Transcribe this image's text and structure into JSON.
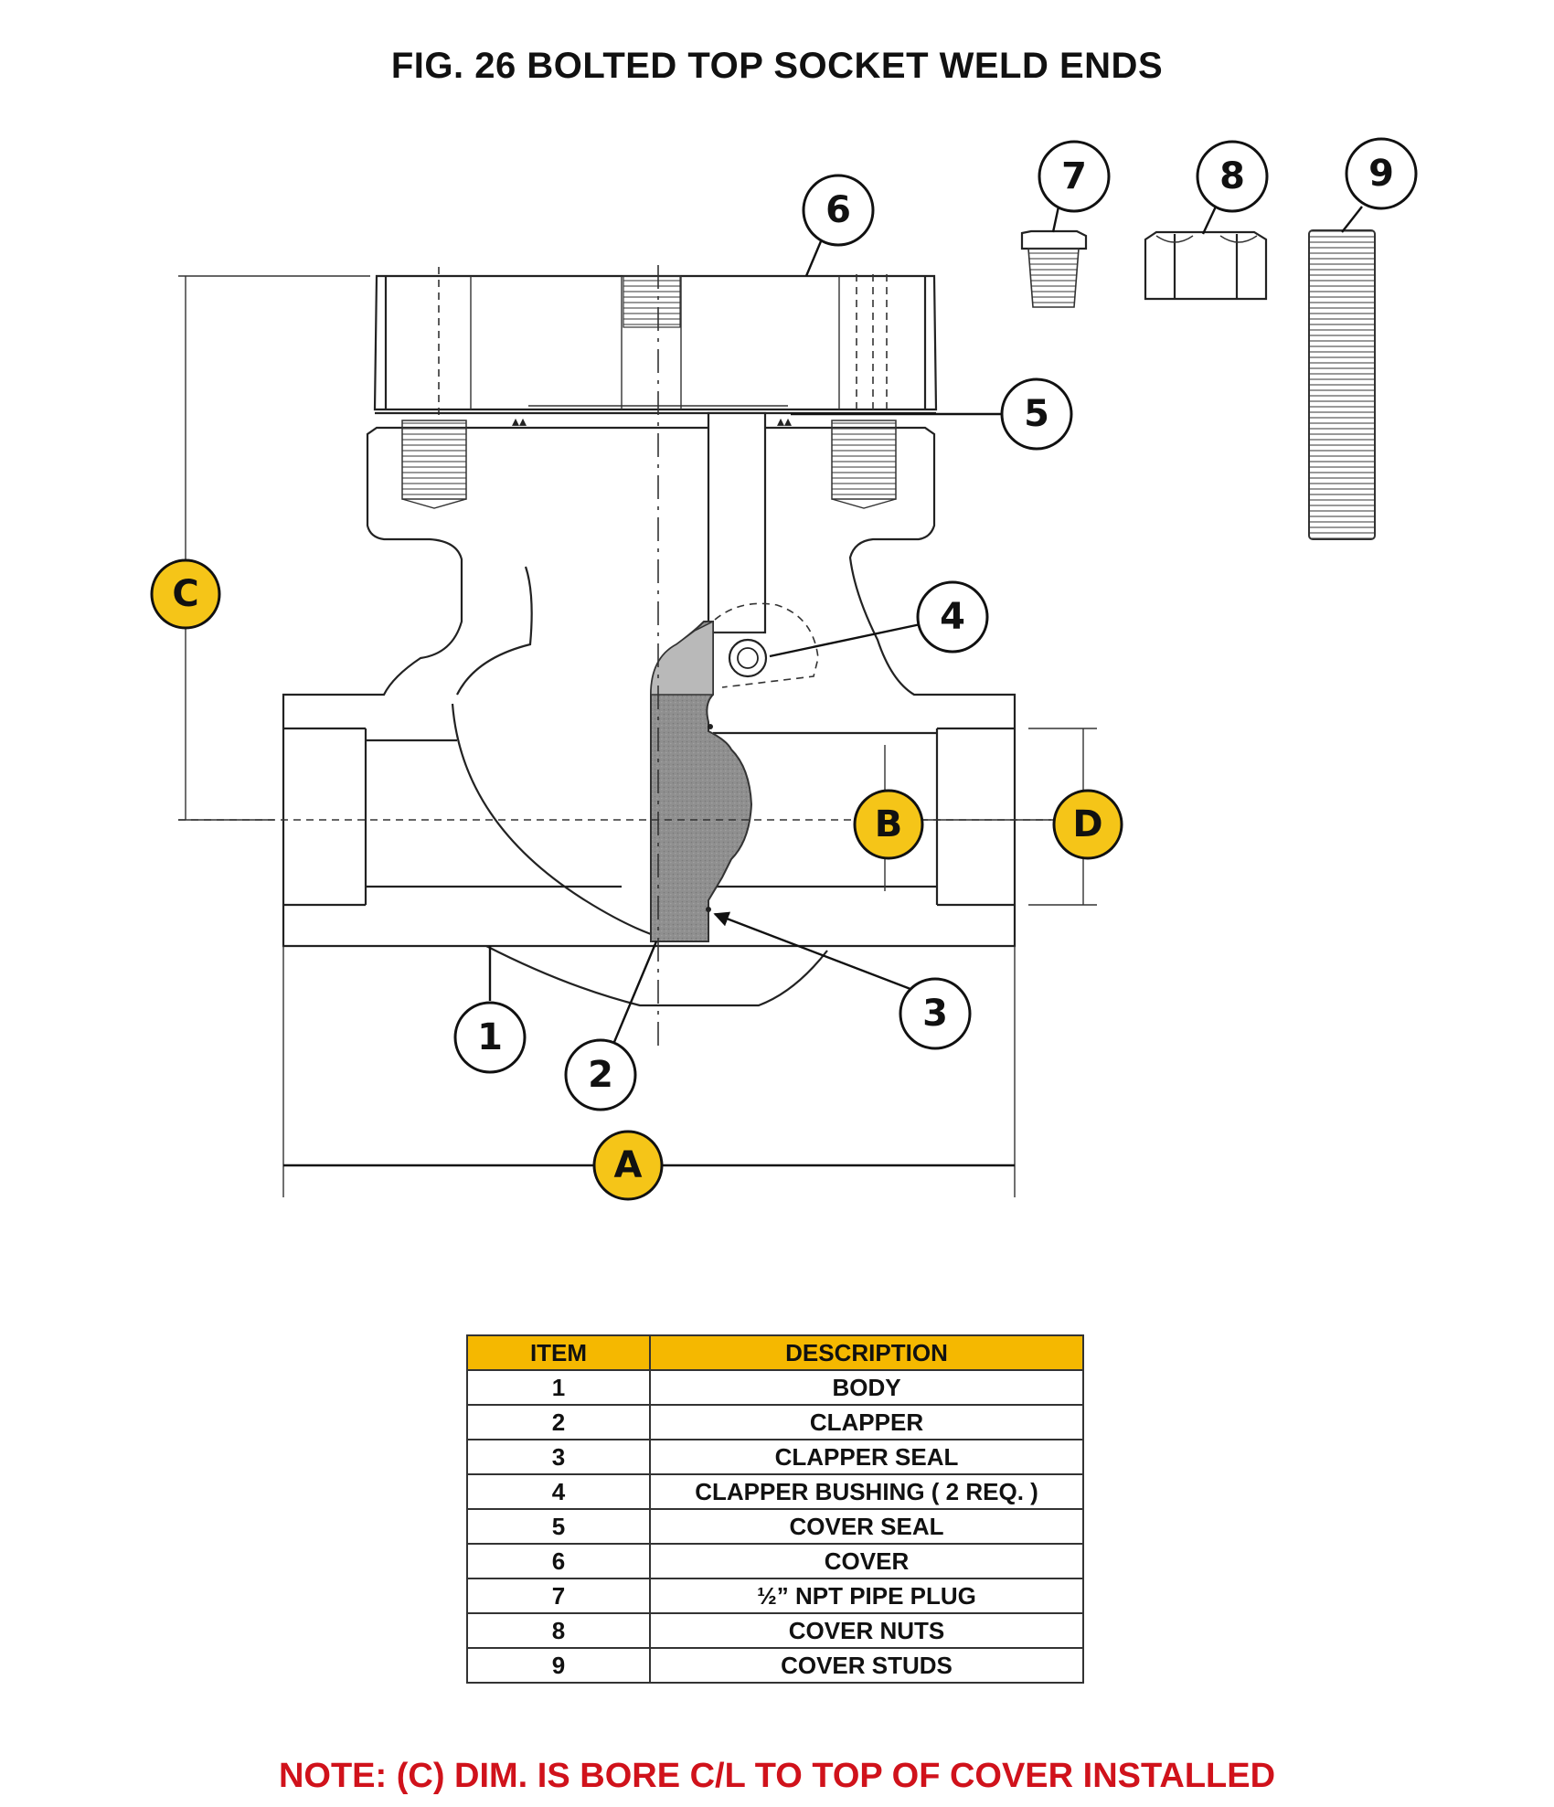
{
  "title": "FIG. 26 BOLTED TOP SOCKET WELD ENDS",
  "callouts": [
    "1",
    "2",
    "3",
    "4",
    "5",
    "6",
    "7",
    "8",
    "9"
  ],
  "dimensions": [
    "A",
    "B",
    "C",
    "D"
  ],
  "table": {
    "headers": [
      "ITEM",
      "DESCRIPTION"
    ],
    "rows": [
      {
        "item": "1",
        "description": "BODY"
      },
      {
        "item": "2",
        "description": "CLAPPER"
      },
      {
        "item": "3",
        "description": "CLAPPER SEAL"
      },
      {
        "item": "4",
        "description": "CLAPPER BUSHING ( 2 REQ. )"
      },
      {
        "item": "5",
        "description": "COVER SEAL"
      },
      {
        "item": "6",
        "description": "COVER"
      },
      {
        "item": "7",
        "description": "½” NPT PIPE PLUG"
      },
      {
        "item": "8",
        "description": "COVER NUTS"
      },
      {
        "item": "9",
        "description": "COVER STUDS"
      }
    ]
  },
  "note": "NOTE: (C) DIM. IS BORE C/L TO TOP OF COVER INSTALLED",
  "colors": {
    "dimension_marker": "#f5c518",
    "table_header": "#f5b800",
    "note": "#d0121b"
  }
}
